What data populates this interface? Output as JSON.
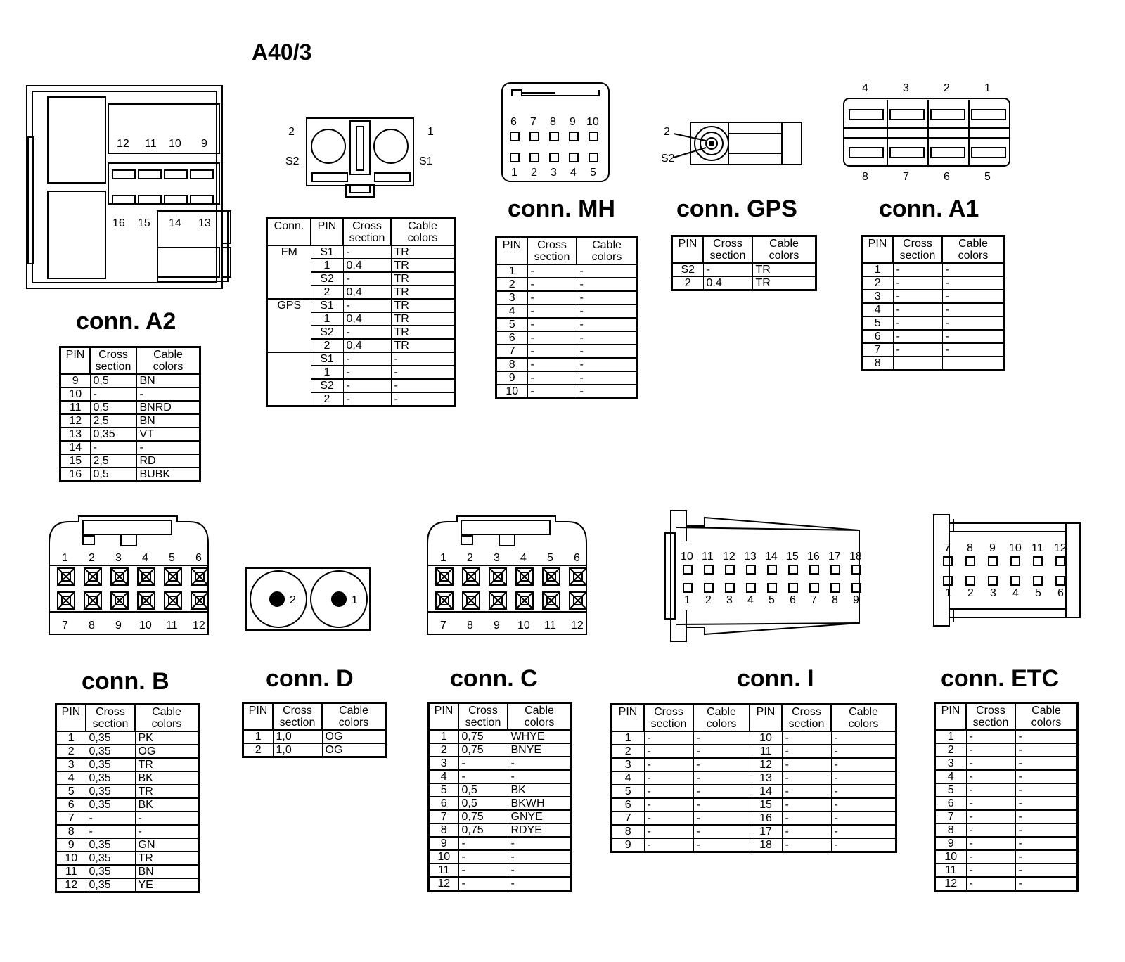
{
  "main_title": "A40/3",
  "headers": {
    "pin": "PIN",
    "cross": "Cross section",
    "cable": "Cable colors",
    "conn": "Conn."
  },
  "conn_a2": {
    "title": "conn. A2",
    "pin_labels_top": [
      "12",
      "11",
      "10",
      "9"
    ],
    "pin_labels_bottom": [
      "16",
      "15",
      "14",
      "13"
    ],
    "rows": [
      [
        "9",
        "0,5",
        "BN"
      ],
      [
        "10",
        "-",
        "-"
      ],
      [
        "11",
        "0,5",
        "BNRD"
      ],
      [
        "12",
        "2,5",
        "BN"
      ],
      [
        "13",
        "0,35",
        "VT"
      ],
      [
        "14",
        "-",
        "-"
      ],
      [
        "15",
        "2,5",
        "RD"
      ],
      [
        "16",
        "0,5",
        "BUBK"
      ]
    ]
  },
  "fm_gps": {
    "pin_labels": [
      "2",
      "1",
      "S2",
      "S1"
    ],
    "groups": [
      {
        "conn": "FM",
        "rows": [
          [
            "S1",
            "-",
            "TR"
          ],
          [
            "1",
            "0,4",
            "TR"
          ],
          [
            "S2",
            "-",
            "TR"
          ],
          [
            "2",
            "0,4",
            "TR"
          ]
        ]
      },
      {
        "conn": "GPS",
        "rows": [
          [
            "S1",
            "-",
            "TR"
          ],
          [
            "1",
            "0,4",
            "TR"
          ],
          [
            "S2",
            "-",
            "TR"
          ],
          [
            "2",
            "0,4",
            "TR"
          ]
        ]
      },
      {
        "conn": "",
        "rows": [
          [
            "S1",
            "-",
            "-"
          ],
          [
            "1",
            "-",
            "-"
          ],
          [
            "S2",
            "-",
            "-"
          ],
          [
            "2",
            "-",
            "-"
          ]
        ]
      }
    ]
  },
  "conn_mh": {
    "title": "conn. MH",
    "pin_labels_top": [
      "6",
      "7",
      "8",
      "9",
      "10"
    ],
    "pin_labels_bottom": [
      "1",
      "2",
      "3",
      "4",
      "5"
    ],
    "rows": [
      [
        "1",
        "-",
        "-"
      ],
      [
        "2",
        "-",
        "-"
      ],
      [
        "3",
        "-",
        "-"
      ],
      [
        "4",
        "-",
        "-"
      ],
      [
        "5",
        "-",
        "-"
      ],
      [
        "6",
        "-",
        "-"
      ],
      [
        "7",
        "-",
        "-"
      ],
      [
        "8",
        "-",
        "-"
      ],
      [
        "9",
        "-",
        "-"
      ],
      [
        "10",
        "-",
        "-"
      ]
    ]
  },
  "conn_gps": {
    "title": "conn. GPS",
    "pin_labels": [
      "2",
      "S2"
    ],
    "rows": [
      [
        "S2",
        "-",
        "TR"
      ],
      [
        "2",
        "0.4",
        "TR"
      ]
    ]
  },
  "conn_a1": {
    "title": "conn. A1",
    "pin_labels_top": [
      "4",
      "3",
      "2",
      "1"
    ],
    "pin_labels_bottom": [
      "8",
      "7",
      "6",
      "5"
    ],
    "rows": [
      [
        "1",
        "-",
        "-"
      ],
      [
        "2",
        "-",
        "-"
      ],
      [
        "3",
        "-",
        "-"
      ],
      [
        "4",
        "-",
        "-"
      ],
      [
        "5",
        "-",
        "-"
      ],
      [
        "6",
        "-",
        "-"
      ],
      [
        "7",
        "-",
        "-"
      ],
      [
        "8",
        "",
        ""
      ]
    ]
  },
  "conn_b": {
    "title": "conn. B",
    "pin_labels_top": [
      "1",
      "2",
      "3",
      "4",
      "5",
      "6"
    ],
    "pin_labels_bottom": [
      "7",
      "8",
      "9",
      "10",
      "11",
      "12"
    ],
    "rows": [
      [
        "1",
        "0,35",
        "PK"
      ],
      [
        "2",
        "0,35",
        "OG"
      ],
      [
        "3",
        "0,35",
        "TR"
      ],
      [
        "4",
        "0,35",
        "BK"
      ],
      [
        "5",
        "0,35",
        "TR"
      ],
      [
        "6",
        "0,35",
        "BK"
      ],
      [
        "7",
        "-",
        "-"
      ],
      [
        "8",
        "-",
        "-"
      ],
      [
        "9",
        "0,35",
        "GN"
      ],
      [
        "10",
        "0,35",
        "TR"
      ],
      [
        "11",
        "0,35",
        "BN"
      ],
      [
        "12",
        "0,35",
        "YE"
      ]
    ]
  },
  "conn_d": {
    "title": "conn. D",
    "pin_labels": [
      "2",
      "1"
    ],
    "rows": [
      [
        "1",
        "1,0",
        "OG"
      ],
      [
        "2",
        "1,0",
        "OG"
      ]
    ]
  },
  "conn_c": {
    "title": "conn. C",
    "pin_labels_top": [
      "1",
      "2",
      "3",
      "4",
      "5",
      "6"
    ],
    "pin_labels_bottom": [
      "7",
      "8",
      "9",
      "10",
      "11",
      "12"
    ],
    "rows": [
      [
        "1",
        "0,75",
        "WHYE"
      ],
      [
        "2",
        "0,75",
        "BNYE"
      ],
      [
        "3",
        "-",
        "-"
      ],
      [
        "4",
        "-",
        "-"
      ],
      [
        "5",
        "0,5",
        "BK"
      ],
      [
        "6",
        "0,5",
        "BKWH"
      ],
      [
        "7",
        "0,75",
        "GNYE"
      ],
      [
        "8",
        "0,75",
        "RDYE"
      ],
      [
        "9",
        "-",
        "-"
      ],
      [
        "10",
        "-",
        "-"
      ],
      [
        "11",
        "-",
        "-"
      ],
      [
        "12",
        "-",
        "-"
      ]
    ]
  },
  "conn_i": {
    "title": "conn. I",
    "pin_labels_top": [
      "10",
      "11",
      "12",
      "13",
      "14",
      "15",
      "16",
      "17",
      "18"
    ],
    "pin_labels_bottom": [
      "1",
      "2",
      "3",
      "4",
      "5",
      "6",
      "7",
      "8",
      "9"
    ],
    "rows": [
      [
        "1",
        "-",
        "-",
        "10",
        "-",
        "-"
      ],
      [
        "2",
        "-",
        "-",
        "11",
        "-",
        "-"
      ],
      [
        "3",
        "-",
        "-",
        "12",
        "-",
        "-"
      ],
      [
        "4",
        "-",
        "-",
        "13",
        "-",
        "-"
      ],
      [
        "5",
        "-",
        "-",
        "14",
        "-",
        "-"
      ],
      [
        "6",
        "-",
        "-",
        "15",
        "-",
        "-"
      ],
      [
        "7",
        "-",
        "-",
        "16",
        "-",
        "-"
      ],
      [
        "8",
        "-",
        "-",
        "17",
        "-",
        "-"
      ],
      [
        "9",
        "-",
        "-",
        "18",
        "-",
        "-"
      ]
    ]
  },
  "conn_etc": {
    "title": "conn. ETC",
    "pin_labels_top": [
      "7",
      "8",
      "9",
      "10",
      "11",
      "12"
    ],
    "pin_labels_bottom": [
      "1",
      "2",
      "3",
      "4",
      "5",
      "6"
    ],
    "rows": [
      [
        "1",
        "-",
        "-"
      ],
      [
        "2",
        "-",
        "-"
      ],
      [
        "3",
        "-",
        "-"
      ],
      [
        "4",
        "-",
        "-"
      ],
      [
        "5",
        "-",
        "-"
      ],
      [
        "6",
        "-",
        "-"
      ],
      [
        "7",
        "-",
        "-"
      ],
      [
        "8",
        "-",
        "-"
      ],
      [
        "9",
        "-",
        "-"
      ],
      [
        "10",
        "-",
        "-"
      ],
      [
        "11",
        "-",
        "-"
      ],
      [
        "12",
        "-",
        "-"
      ]
    ]
  }
}
